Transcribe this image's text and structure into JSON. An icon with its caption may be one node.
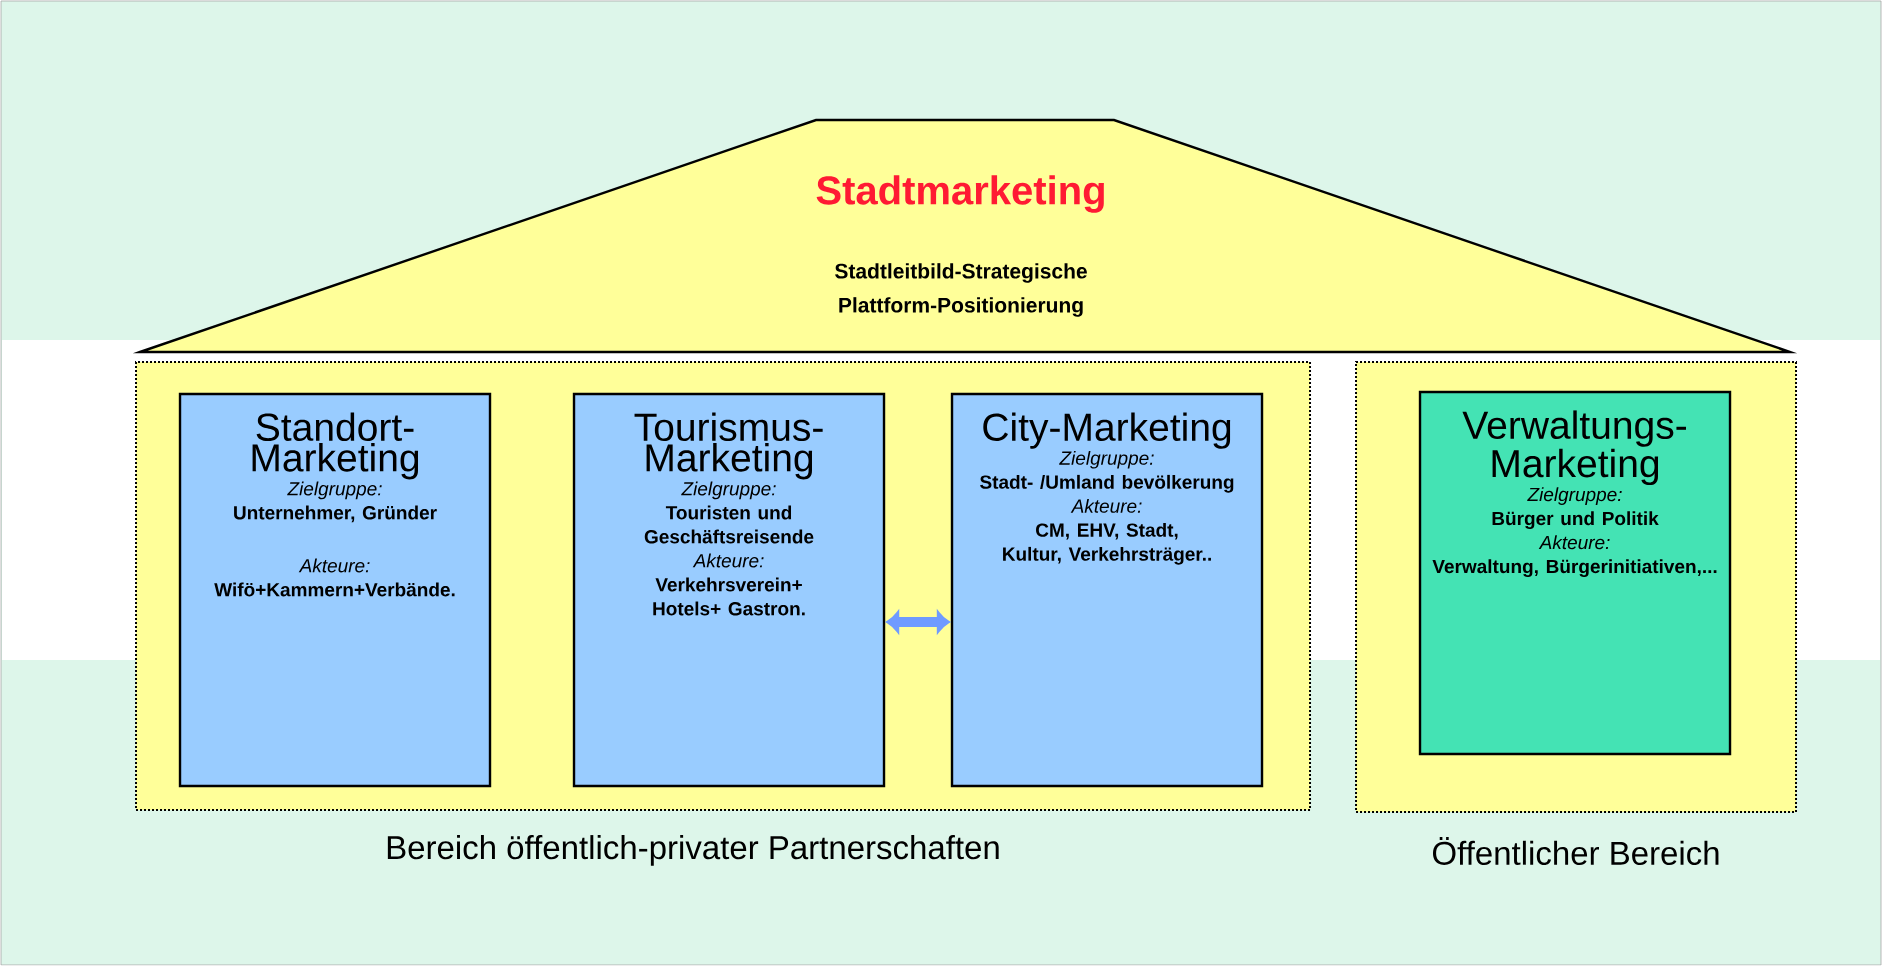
{
  "diagram": {
    "nodes": [
      {
        "text": [
          "Stadtmarketing",
          "Stadtleitbild-Strategische Plattform-Positionierung"
        ]
      },
      {
        "text": [
          "Bereich öffentlich-privater Partnerschaften"
        ]
      },
      {
        "text": [
          "Standort-Marketing",
          "Zielgruppe:",
          "Unternehmer, Gründer",
          "Akteure:",
          "Wifö+Kammern+Verbände."
        ],
        "in": 1
      },
      {
        "text": [
          "Tourismus-Marketing",
          "Zielgruppe:",
          "Touristen und Geschäftsreisende",
          "Akteure:",
          "Verkehrsverein+ Hotels+ Gastron."
        ],
        "in": 1
      },
      {
        "text": [
          "City-Marketing",
          "Zielgruppe:",
          "Stadt- /Umland bevölkerung",
          "Akteure:",
          "CM, EHV, Stadt, Kultur, Verkehrsträger.."
        ],
        "in": 1
      },
      {
        "text": [
          "Öffentlicher Bereich"
        ]
      },
      {
        "text": [
          "Verwaltungs-Marketing",
          "Zielgruppe:",
          "Bürger und Politik",
          "Akteure:",
          "Verwaltung, Bürgerinitiativen,..."
        ],
        "in": 5
      }
    ],
    "edges": [
      {
        "from": 3,
        "to": 4,
        "arrow": "both"
      }
    ]
  }
}
